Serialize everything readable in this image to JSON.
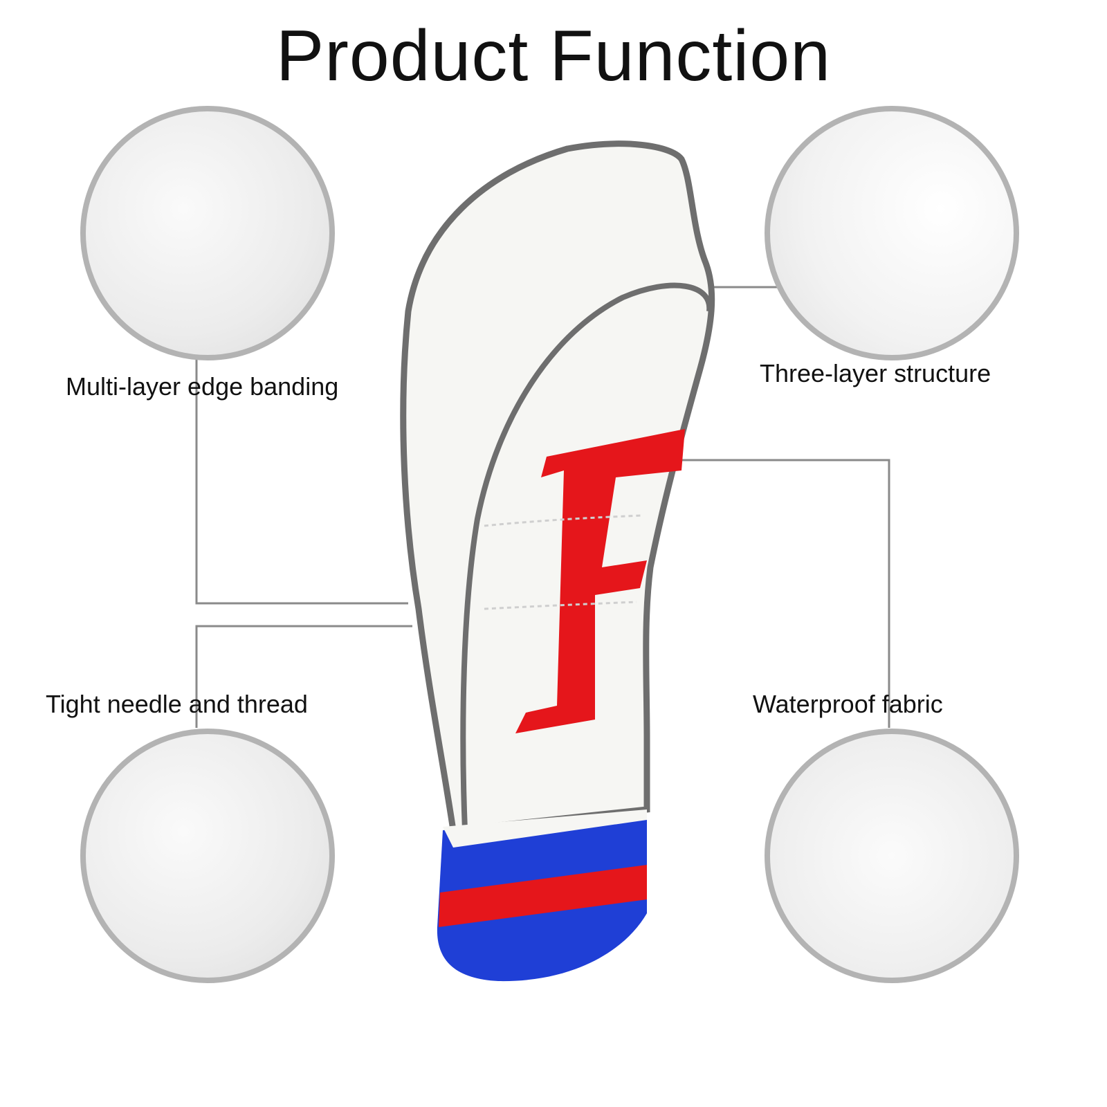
{
  "title": "Product Function",
  "features": [
    {
      "label": "Multi-layer edge banding"
    },
    {
      "label": "Three-layer structure"
    },
    {
      "label": "Tight needle and thread"
    },
    {
      "label": "Waterproof fabric"
    }
  ],
  "colors": {
    "red": "#e5161b",
    "blue": "#1f3fd6",
    "trim": "#6e6e6e",
    "circle_border": "#b3b3b3"
  }
}
